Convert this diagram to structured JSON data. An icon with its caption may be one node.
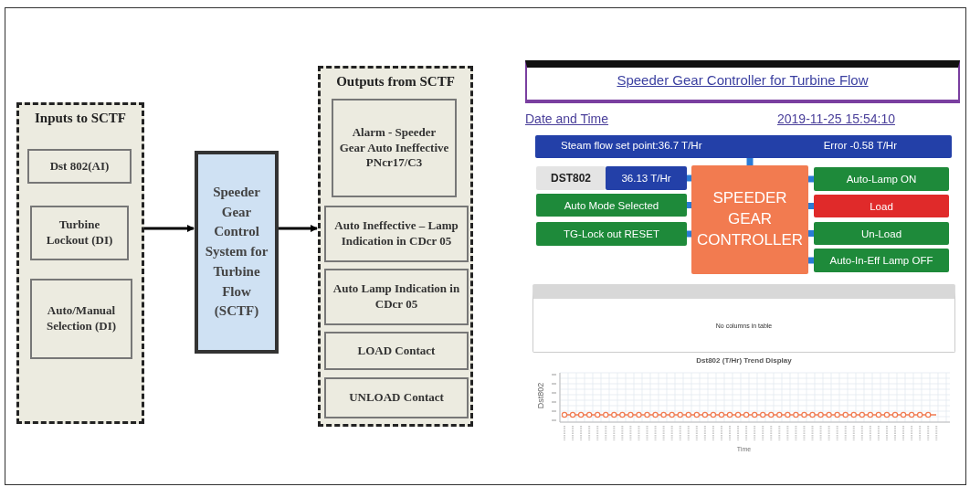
{
  "diagram": {
    "nodes": [
      {
        "text": [
          "Inputs to SCTF"
        ]
      },
      {
        "text": [
          "Dst 802(AI)"
        ],
        "in": 0
      },
      {
        "text": [
          "Turbine Lockout (DI)"
        ],
        "in": 0
      },
      {
        "text": [
          "Auto/Manual Selection (DI)"
        ],
        "in": 0
      },
      {
        "text": [
          "Speeder Gear Control System for Turbine Flow (SCTF)"
        ]
      },
      {
        "text": [
          "Outputs from SCTF"
        ]
      },
      {
        "text": [
          "Alarm - Speeder Gear Auto Ineffective PNcr17/C3"
        ],
        "in": 5
      },
      {
        "text": [
          "Auto Ineffective – Lamp Indication in CDcr 05"
        ],
        "in": 5
      },
      {
        "text": [
          "Auto Lamp Indication in CDcr 05"
        ],
        "in": 5
      },
      {
        "text": [
          "LOAD Contact"
        ],
        "in": 5
      },
      {
        "text": [
          "UNLOAD Contact"
        ],
        "in": 5
      },
      {
        "text": [
          "Steam flow set point:36.7 T/Hr",
          "Error -0.58 T/Hr"
        ]
      },
      {
        "text": [
          "DST802"
        ]
      },
      {
        "text": [
          "36.13 T/Hr"
        ]
      },
      {
        "text": [
          "Auto Mode Selected"
        ]
      },
      {
        "text": [
          "TG-Lock out RESET"
        ]
      },
      {
        "text": [
          "SPEEDER GEAR CONTROLLER"
        ]
      },
      {
        "text": [
          "Auto-Lamp ON"
        ]
      },
      {
        "text": [
          "Load"
        ]
      },
      {
        "text": [
          "Un-Load"
        ]
      },
      {
        "text": [
          "Auto-In-Eff Lamp OFF"
        ]
      },
      {
        "text": [
          "No columns in table"
        ]
      }
    ],
    "edges": [
      {
        "from": 0,
        "to": 4,
        "arrow": "to",
        "color": "#000000"
      },
      {
        "from": 4,
        "to": 5,
        "arrow": "to",
        "color": "#000000"
      },
      {
        "from": 11,
        "to": 16,
        "arrow": "none"
      },
      {
        "from": 13,
        "to": 16,
        "arrow": "none"
      },
      {
        "from": 14,
        "to": 16,
        "arrow": "none"
      },
      {
        "from": 15,
        "to": 16,
        "arrow": "none"
      },
      {
        "from": 16,
        "to": 17,
        "arrow": "none"
      },
      {
        "from": 16,
        "to": 18,
        "arrow": "none"
      },
      {
        "from": 16,
        "to": 19,
        "arrow": "none"
      },
      {
        "from": 16,
        "to": 20,
        "arrow": "none"
      }
    ],
    "labels": [
      "Speeder Gear Controller for Turbine Flow",
      "Date and Time",
      "2019-11-25 15:54:10",
      "Dst802 (T/Hr) Trend Display",
      "Dst802",
      "Time"
    ]
  }
}
